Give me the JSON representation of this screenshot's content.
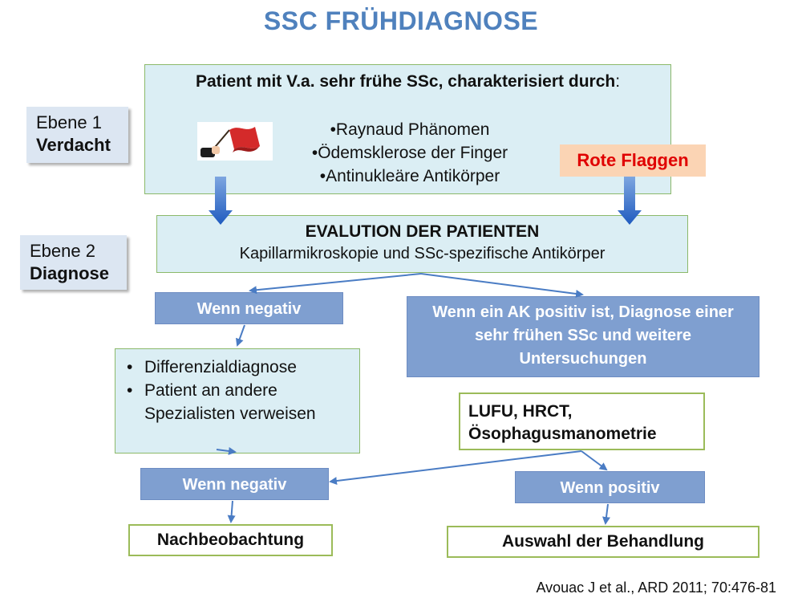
{
  "title": "SSC FRÜHDIAGNOSE",
  "level1": {
    "line1": "Ebene 1",
    "line2": "Verdacht"
  },
  "level2": {
    "line1": "Ebene 2",
    "line2": "Diagnose"
  },
  "suspicion_box": {
    "heading": "Patient mit V.a. sehr frühe SSc, charakterisiert durch",
    "heading_suffix": ":",
    "items": [
      "•Raynaud Phänomen",
      "•Ödemsklerose der Finger",
      "•Antinukleäre Antikörper"
    ]
  },
  "red_flags_label": "Rote Flaggen",
  "evaluation_box": {
    "heading": "EVALUTION DER PATIENTEN",
    "subtext": "Kapillarmikroskopie und SSc-spezifische Antikörper"
  },
  "negative_1": "Wenn negativ",
  "positive_ak": "Wenn ein AK positiv ist, Diagnose einer sehr frühen SSc und weitere Untersuchungen",
  "differential_box": {
    "items": [
      "Differenzialdiagnose",
      "Patient an andere Spezialisten verweisen"
    ]
  },
  "tests_box": {
    "line1": "LUFU, HRCT,",
    "line2": "Ösophagusmanometrie"
  },
  "negative_2": "Wenn negativ",
  "positive_2": "Wenn positiv",
  "follow_up": "Nachbeobachtung",
  "treatment": "Auswahl der Behandlung",
  "citation": "Avouac J et al., ARD 2011; 70:476-81",
  "colors": {
    "title": "#4f81bd",
    "light_box": "#dbeef4",
    "blue_box": "#7f9fd0",
    "red_flag_text": "#e00000",
    "arrow": "#4a7cc4"
  }
}
